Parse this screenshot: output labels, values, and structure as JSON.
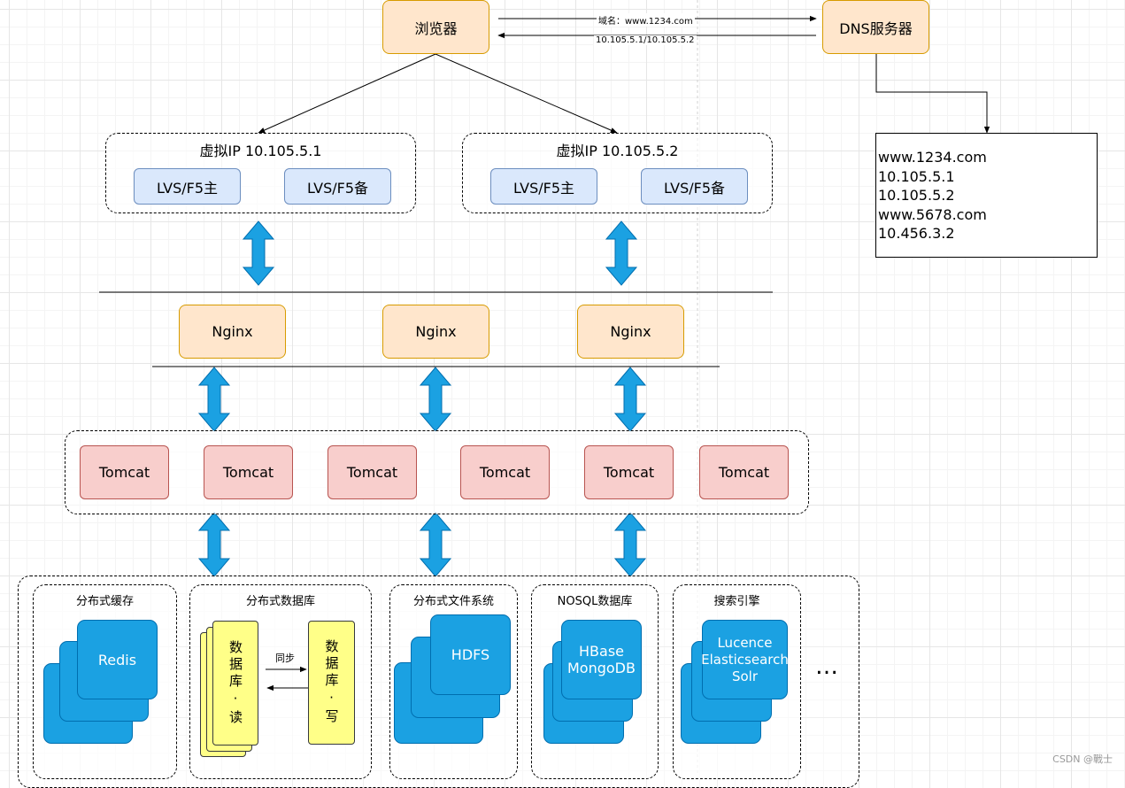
{
  "browser": {
    "label": "浏览器"
  },
  "dns": {
    "label": "DNS服务器",
    "request_label": "域名：www.1234.com",
    "response_label": "10.105.5.1/10.105.5.2",
    "records": [
      "www.1234.com",
      "10.105.5.1",
      "10.105.5.2",
      "www.5678.com",
      "10.456.3.2"
    ]
  },
  "vip_groups": [
    {
      "title": "虚拟IP 10.105.5.1",
      "primary": "LVS/F5主",
      "backup": "LVS/F5备"
    },
    {
      "title": "虚拟IP 10.105.5.2",
      "primary": "LVS/F5主",
      "backup": "LVS/F5备"
    }
  ],
  "nginx": [
    "Nginx",
    "Nginx",
    "Nginx"
  ],
  "tomcat": [
    "Tomcat",
    "Tomcat",
    "Tomcat",
    "Tomcat",
    "Tomcat",
    "Tomcat"
  ],
  "storage": {
    "cache": {
      "title": "分布式缓存",
      "label": "Redis"
    },
    "database": {
      "title": "分布式数据库",
      "read": "数据库·读",
      "write": "数据库·写",
      "sync": "同步"
    },
    "fs": {
      "title": "分布式文件系统",
      "label": "HDFS"
    },
    "nosql": {
      "title": "NOSQL数据库",
      "line1": "HBase",
      "line2": "MongoDB"
    },
    "search": {
      "title": "搜索引擎",
      "line1": "Lucence",
      "line2": "Elasticsearch",
      "line3": "Solr"
    },
    "more": "…"
  },
  "watermark": "CSDN @戰士"
}
